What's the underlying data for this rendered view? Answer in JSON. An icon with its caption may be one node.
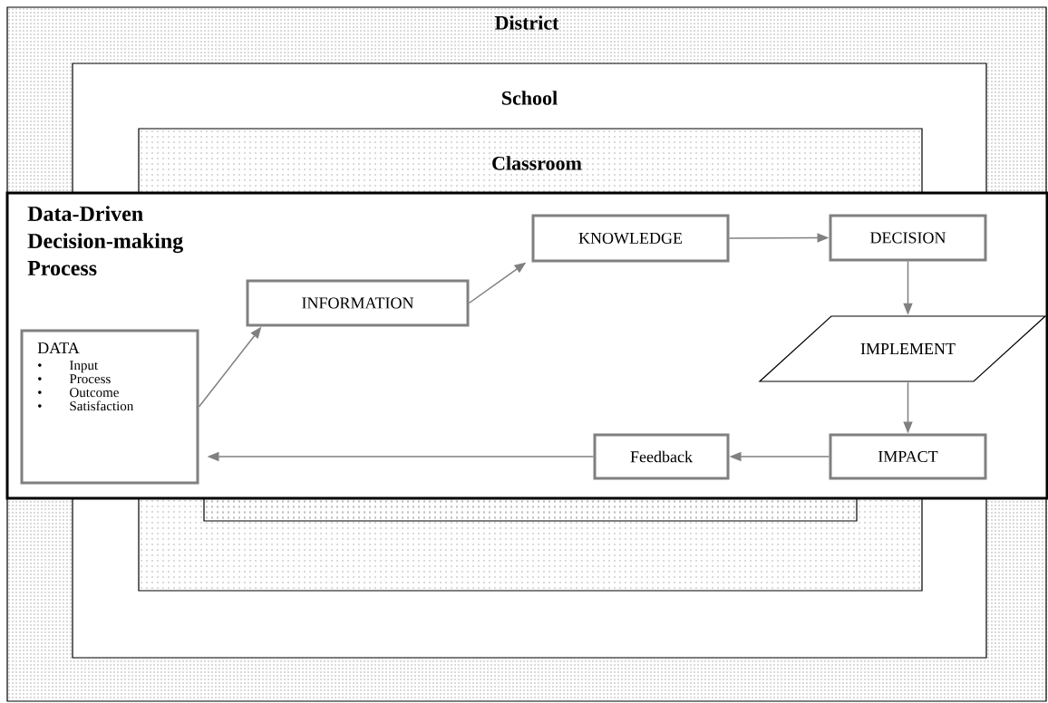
{
  "diagram": {
    "nodes": [
      {
        "text": [
          "District"
        ]
      },
      {
        "text": [
          "School"
        ],
        "in": 0
      },
      {
        "text": [
          "Classroom"
        ],
        "in": 1
      },
      {
        "text": [],
        "shape": "box",
        "in": 2
      },
      {
        "text": [
          "Data-Driven Decision-making Process"
        ],
        "in": 0
      },
      {
        "text": [
          "DATA",
          "Input",
          "Process",
          "Outcome",
          "Satisfaction"
        ],
        "in": 4
      },
      {
        "text": [
          "INFORMATION"
        ]
      },
      {
        "text": [
          "KNOWLEDGE"
        ]
      },
      {
        "text": [
          "DECISION"
        ],
        "in": 4
      },
      {
        "text": [
          "IMPLEMENT"
        ],
        "in": 4
      },
      {
        "text": [
          "IMPACT"
        ],
        "in": 4
      },
      {
        "text": [
          "Feedback"
        ]
      }
    ],
    "edges": [
      {
        "from": 5,
        "to": 6,
        "arrow": "to"
      },
      {
        "from": 6,
        "to": 7,
        "arrow": "to"
      },
      {
        "from": 7,
        "to": 8,
        "arrow": "to"
      },
      {
        "from": 8,
        "to": 9,
        "arrow": "to"
      },
      {
        "from": 9,
        "to": 10,
        "arrow": "to"
      },
      {
        "from": 10,
        "to": 11,
        "arrow": "to"
      },
      {
        "from": 11,
        "to": 5,
        "arrow": "to"
      }
    ],
    "labels": [
      "•",
      "•",
      "•",
      "•"
    ]
  }
}
